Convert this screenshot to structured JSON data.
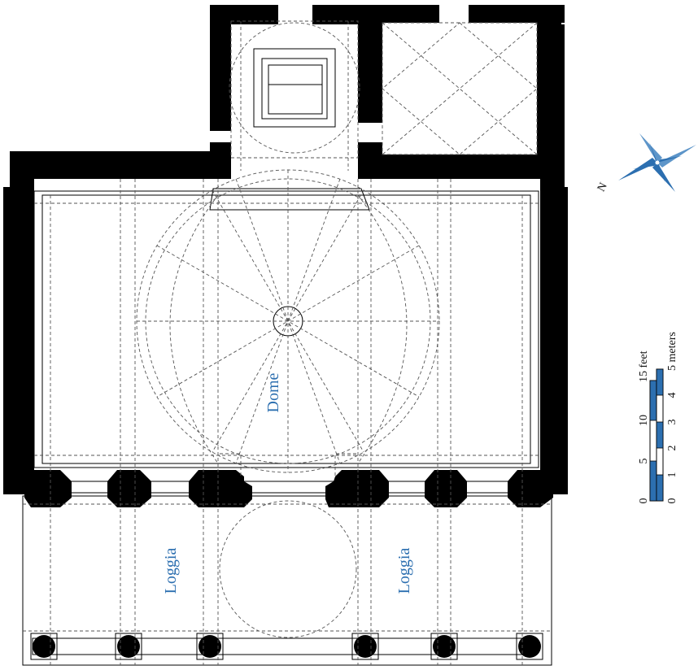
{
  "labels": {
    "dome": "Dome",
    "loggia_left": "Loggia",
    "loggia_right": "Loggia"
  },
  "compass": {
    "north_label": "N",
    "color": "#2c6fb0"
  },
  "scale_bar": {
    "feet_ticks": [
      "0",
      "5",
      "10",
      "15 feet"
    ],
    "meter_ticks": [
      "0",
      "1",
      "2",
      "3",
      "4",
      "5 meters"
    ],
    "fill_color": "#2c6fb0"
  },
  "colors": {
    "wall": "#000000",
    "label": "#2c6fb0"
  }
}
